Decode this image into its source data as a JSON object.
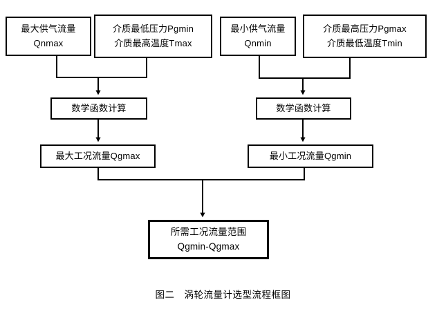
{
  "figure": {
    "caption_number": "图二",
    "caption_title": "涡轮流量计选型流程框图",
    "background_color": "#ffffff",
    "line_color": "#000000"
  },
  "diagram": {
    "type": "flowchart",
    "orientation": "top-to-bottom",
    "nodes": [
      {
        "id": "qnmax",
        "line1": "最大供气流量",
        "line2": "Qnmax",
        "level": "input",
        "branch": "left"
      },
      {
        "id": "pgmin_tmax",
        "line1": "介质最低压力Pgmin",
        "line2": "介质最高温度Tmax",
        "level": "input",
        "branch": "left"
      },
      {
        "id": "qnmin",
        "line1": "最小供气流量",
        "line2": "Qnmin",
        "level": "input",
        "branch": "right"
      },
      {
        "id": "pgmax_tmin",
        "line1": "介质最高压力Pgmax",
        "line2": "介质最低温度Tmin",
        "level": "input",
        "branch": "right"
      },
      {
        "id": "math_left",
        "line1": "数学函数计算",
        "line2": "",
        "level": "process",
        "branch": "left"
      },
      {
        "id": "math_right",
        "line1": "数学函数计算",
        "line2": "",
        "level": "process",
        "branch": "right"
      },
      {
        "id": "qgmax",
        "line1": "最大工况流量Qgmax",
        "line2": "",
        "level": "result",
        "branch": "left"
      },
      {
        "id": "qgmin",
        "line1": "最小工况流量Qgmin",
        "line2": "",
        "level": "result",
        "branch": "right"
      },
      {
        "id": "range",
        "line1": "所需工况流量范围",
        "line2": "Qgmin-Qgmax",
        "level": "output",
        "branch": "center"
      }
    ],
    "edges": [
      {
        "from": "qnmax",
        "to": "math_left",
        "style": "elbow-merge",
        "arrow": true
      },
      {
        "from": "pgmin_tmax",
        "to": "math_left",
        "style": "elbow-merge",
        "arrow": true
      },
      {
        "from": "math_left",
        "to": "qgmax",
        "style": "straight",
        "arrow": true
      },
      {
        "from": "qnmin",
        "to": "math_right",
        "style": "elbow-merge",
        "arrow": true
      },
      {
        "from": "pgmax_tmin",
        "to": "math_right",
        "style": "elbow-merge",
        "arrow": true
      },
      {
        "from": "math_right",
        "to": "qgmin",
        "style": "straight",
        "arrow": true
      },
      {
        "from": "qgmax",
        "to": "range",
        "style": "elbow-merge",
        "arrow": true
      },
      {
        "from": "qgmin",
        "to": "range",
        "style": "elbow-merge",
        "arrow": true
      }
    ]
  }
}
